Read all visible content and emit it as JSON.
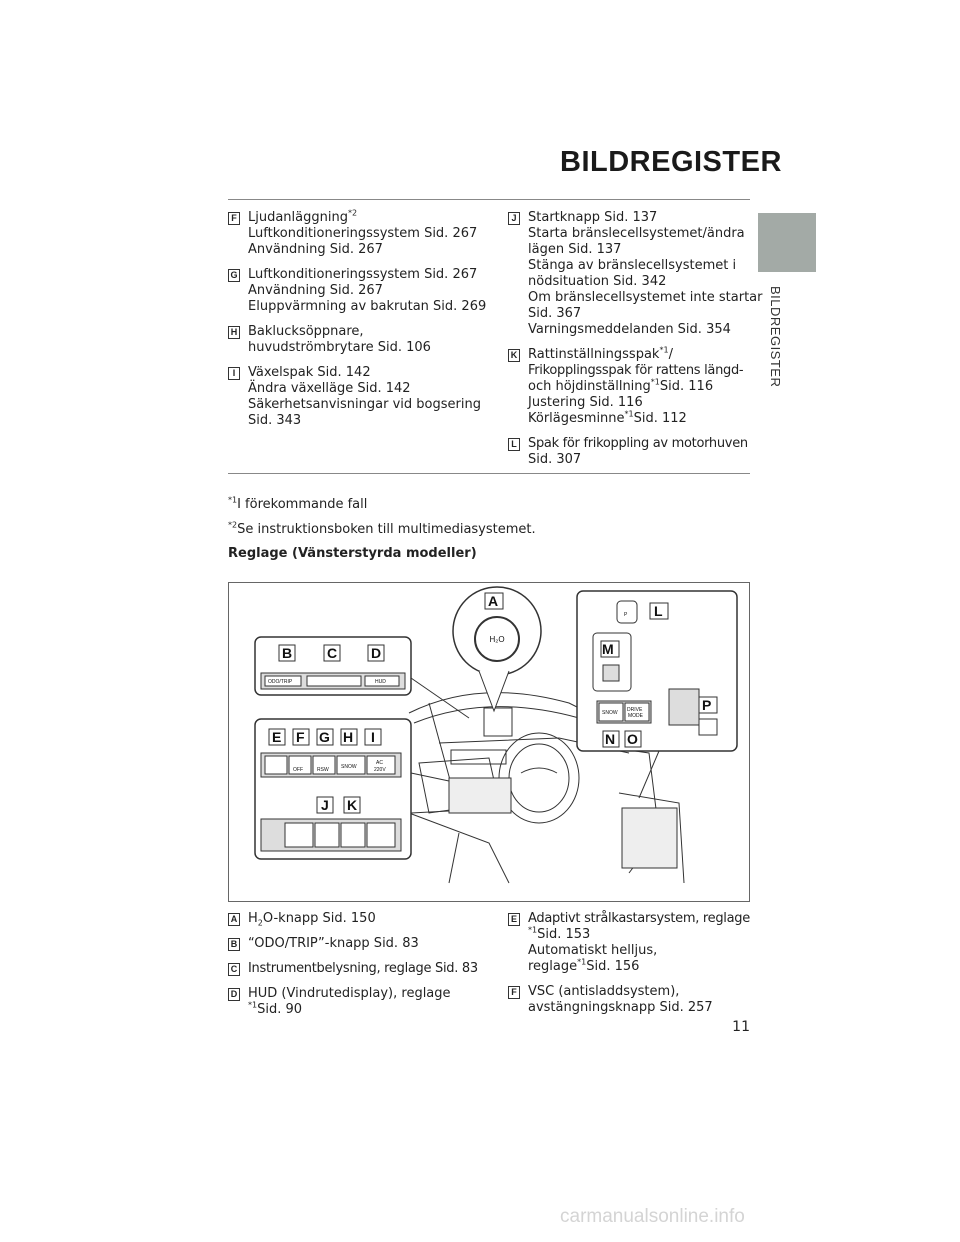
{
  "header": {
    "title": "BILDREGISTER",
    "side_label": "BILDREGISTER"
  },
  "top_left": [
    {
      "key": "F",
      "lines": [
        "Ljudanläggning"
      ],
      "first_sup": "*2",
      "rest": [
        "Luftkonditioneringssystem Sid. 267",
        "Användning Sid. 267"
      ]
    },
    {
      "key": "G",
      "lines": [
        "Luftkonditioneringssystem Sid. 267",
        "Användning Sid. 267",
        "Eluppvärmning av bakrutan Sid. 269"
      ]
    },
    {
      "key": "H",
      "lines": [
        "Baklucksöppnare,",
        "huvudströmbrytare Sid. 106"
      ]
    },
    {
      "key": "I",
      "lines": [
        "Växelspak Sid. 142",
        "Ändra växelläge Sid. 142",
        "Säkerhetsanvisningar vid bogsering",
        "Sid. 343"
      ]
    }
  ],
  "top_right": {
    "j": {
      "key": "J",
      "lines": [
        "Startknapp Sid. 137",
        "Starta bränslecellsystemet/ändra",
        "lägen Sid. 137",
        "Stänga av bränslecellsystemet i",
        "nödsituation Sid. 342",
        "Om bränslecellsystemet inte startar",
        "Sid. 367",
        "Varningsmeddelanden Sid. 354"
      ]
    },
    "k": {
      "key": "K",
      "l1": "Rattinställningsspak",
      "l1_sup": "*1",
      "l1_end": "/",
      "l2": "Frikopplingsspak för rattens längd-",
      "l3": "och höjdinställning",
      "l3_sup": "*1",
      "l3_end": "Sid. 116",
      "l4": "Justering Sid. 116",
      "l5": "Körlägesminne",
      "l5_sup": "*1",
      "l5_end": "Sid. 112"
    },
    "l": {
      "key": "L",
      "lines": [
        "Spak för frikoppling av motorhuven",
        "Sid. 307"
      ]
    }
  },
  "footnotes": {
    "f1_sup": "*1",
    "f1": "I förekommande fall",
    "f2_sup": "*2",
    "f2": "Se instruktionsboken till multimediasystemet."
  },
  "section_title": "Reglage (Vänsterstyrda modeller)",
  "figure": {
    "callouts": [
      "A",
      "B",
      "C",
      "D",
      "E",
      "F",
      "G",
      "H",
      "I",
      "J",
      "K",
      "L",
      "M",
      "N",
      "O",
      "P"
    ],
    "h2o": "H₂O",
    "odo": "ODO/TRIP",
    "hud": "HUD",
    "snow": "SNOW",
    "ac1": "AC",
    "ac2": "220V",
    "off": "OFF",
    "rsw": "RSW",
    "drive1": "DRIVE",
    "drive2": "MODE",
    "park": "P"
  },
  "bottom_left": {
    "a": {
      "key": "A",
      "pre": "H",
      "sub": "2",
      "post": "O-knapp Sid. 150"
    },
    "b": {
      "key": "B",
      "text": "“ODO/TRIP”-knapp Sid. 83"
    },
    "c": {
      "key": "C",
      "text": "Instrumentbelysning, reglage Sid. 83"
    },
    "d": {
      "key": "D",
      "l1": "HUD (Vindrutedisplay), reglage",
      "l2_sup": "*1",
      "l2": "Sid. 90"
    }
  },
  "bottom_right": {
    "e": {
      "key": "E",
      "l1": "Adaptivt strålkastarsystem, reglage",
      "l2_sup": "*1",
      "l2": "Sid. 153",
      "l3": "Automatiskt helljus,",
      "l4": "reglage",
      "l4_sup": "*1",
      "l4_end": "Sid. 156"
    },
    "f": {
      "key": "F",
      "l1": "VSC (antisladdsystem),",
      "l2": "avstängningsknapp Sid. 257"
    }
  },
  "page_number": "11",
  "watermark": "carmanualsonline.info"
}
